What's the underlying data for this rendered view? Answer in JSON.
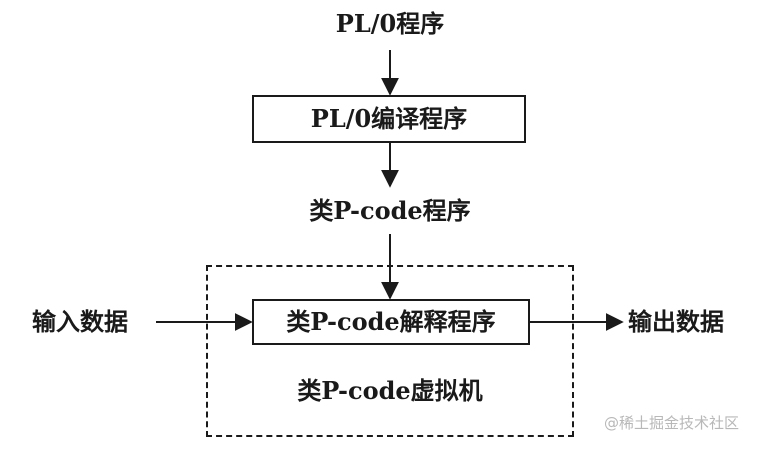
{
  "nodes": {
    "source_program": "PL/0程序",
    "compiler": "PL/0编译程序",
    "pcode_program": "类P-code程序",
    "interpreter": "类P-code解释程序",
    "virtual_machine": "类P-code虚拟机"
  },
  "io": {
    "input": "输入数据",
    "output": "输出数据"
  },
  "watermark": "@稀土掘金技术社区"
}
